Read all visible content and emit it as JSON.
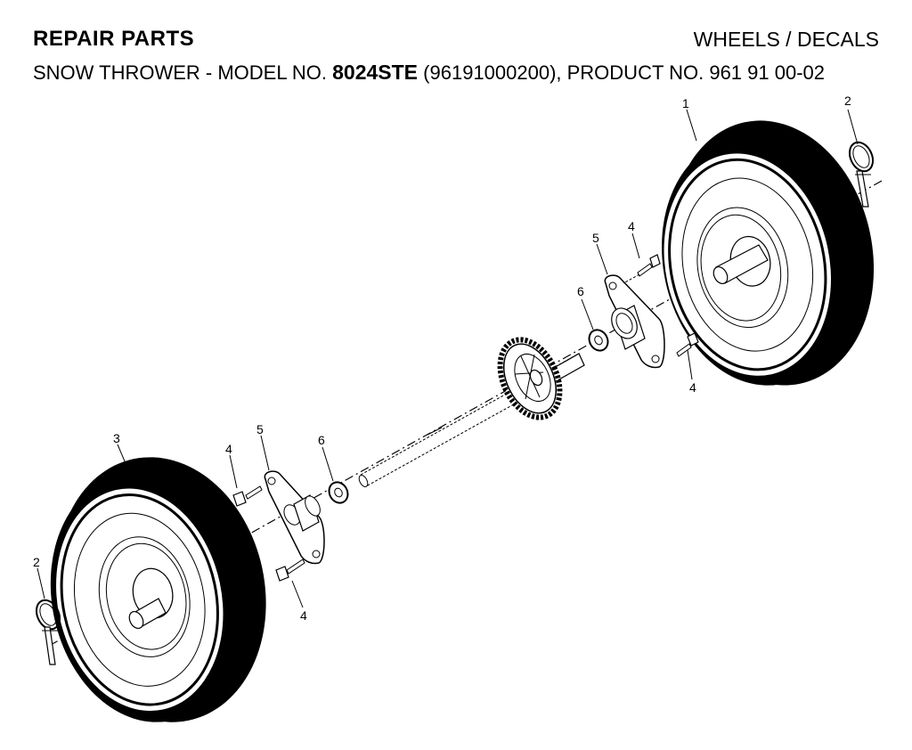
{
  "header": {
    "section": "REPAIR PARTS",
    "topic": "WHEELS / DECALS",
    "subtitle_prefix": "SNOW THROWER - MODEL NO.",
    "model": "8024STE",
    "subtitle_suffix": "(96191000200), PRODUCT NO. 961 91 00-02"
  },
  "callouts": {
    "wheel_right": "1",
    "pin_right": "2",
    "pin_left": "2",
    "wheel_left": "3",
    "bolt_right_top": "4",
    "bolt_right_bottom": "4",
    "bolt_left_top": "4",
    "bolt_left_bottom": "4",
    "bearing_right": "5",
    "bearing_left": "5",
    "washer_right": "6",
    "washer_left": "6"
  }
}
